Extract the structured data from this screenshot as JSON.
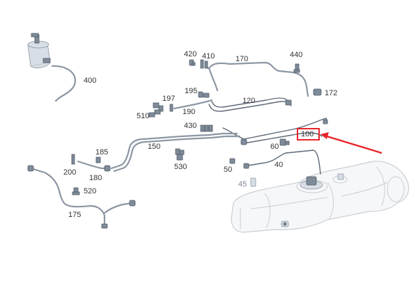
{
  "diagram": {
    "labels": {
      "p400": "400",
      "p420": "420",
      "p410": "410",
      "p170": "170",
      "p440": "440",
      "p195": "195",
      "p172": "172",
      "p197": "197",
      "p120": "120",
      "p510": "510",
      "p190": "190",
      "p430": "430",
      "p100": "100",
      "p150": "150",
      "p60": "60",
      "p185": "185",
      "p530": "530",
      "p40": "40",
      "p200": "200",
      "p50": "50",
      "p180": "180",
      "p45": "45",
      "p520": "520",
      "p175": "175"
    },
    "callout": {
      "color": "#e8232a",
      "target_label": "100"
    }
  }
}
